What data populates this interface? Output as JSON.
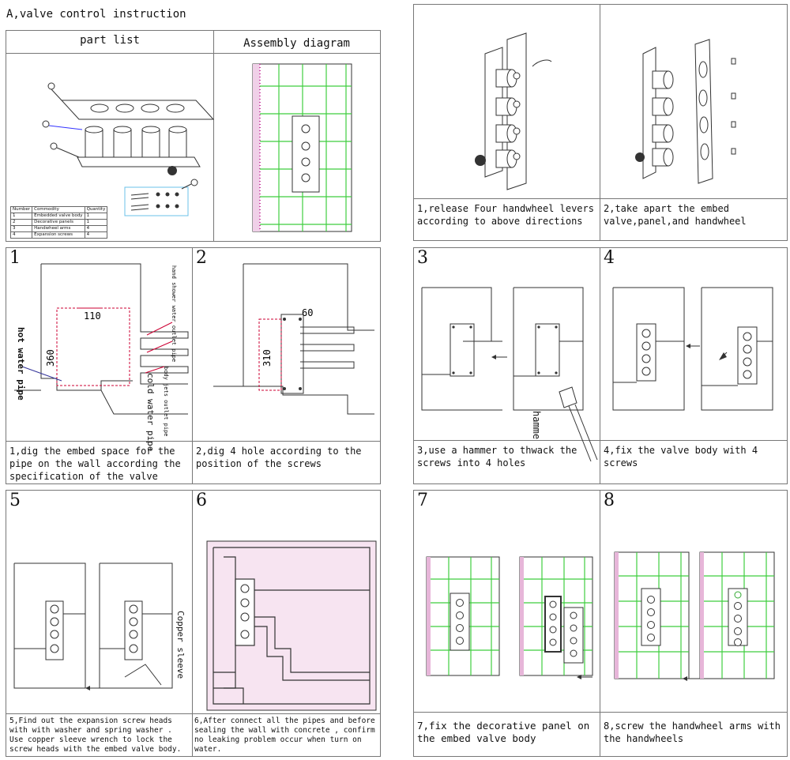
{
  "title": "A,valve control instruction",
  "part_panel": {
    "part_list_header": "part list",
    "assembly_header": "Assembly diagram",
    "table": {
      "headers": [
        "Number",
        "Commodity",
        "Quantity"
      ],
      "rows": [
        [
          "1",
          "Embedded valve body",
          "1"
        ],
        [
          "2",
          "Decorative panels",
          "1"
        ],
        [
          "3",
          "Handwheel arms",
          "4"
        ],
        [
          "4",
          "Expansion screws",
          "4"
        ]
      ]
    }
  },
  "disassembly": {
    "step1_caption": "1,release Four  handwheel levers according to above directions",
    "step2_caption": "2,take apart  the embed valve,panel,and handwheel"
  },
  "steps": [
    {
      "number": "1",
      "caption": "1,dig the embed space for the pipe on the wall according  the specification of the valve"
    },
    {
      "number": "2",
      "caption": "2,dig 4 hole according to the position of the screws"
    },
    {
      "number": "3",
      "caption": "3,use a hammer to thwack the screws into 4 holes"
    },
    {
      "number": "4",
      "caption": "4,fix the valve body with 4 screws"
    },
    {
      "number": "5",
      "caption": "5,Find out the expansion screw heads with with washer and spring washer .  Use copper sleeve wrench to lock the screw heads with the embed valve body."
    },
    {
      "number": "6",
      "caption": "6,After connect all the pipes and before sealing the wall with concrete ,  confirm no leaking problem occur when turn on water."
    },
    {
      "number": "7",
      "caption": "7,fix the decorative panel on the embed valve body"
    },
    {
      "number": "8",
      "caption": "8,screw the handwheel arms with the handwheels"
    }
  ],
  "diagram_labels": {
    "dim_110": "110",
    "dim_360": "360",
    "dim_60": "60",
    "dim_310": "310",
    "hot_water_pipe": "hot water pipe",
    "cold_water_pipe": "cold water pipe",
    "hand_shower_outlet": "hand shower water outlet pipe",
    "body_jets_outlet": "body jets outlet pipe",
    "hammer": "hamme",
    "copper_sleeve": "Copper sleeve"
  },
  "colors": {
    "grid_green": "#3fce3f",
    "wall_pink": "#c8379e",
    "border": "#777777"
  }
}
